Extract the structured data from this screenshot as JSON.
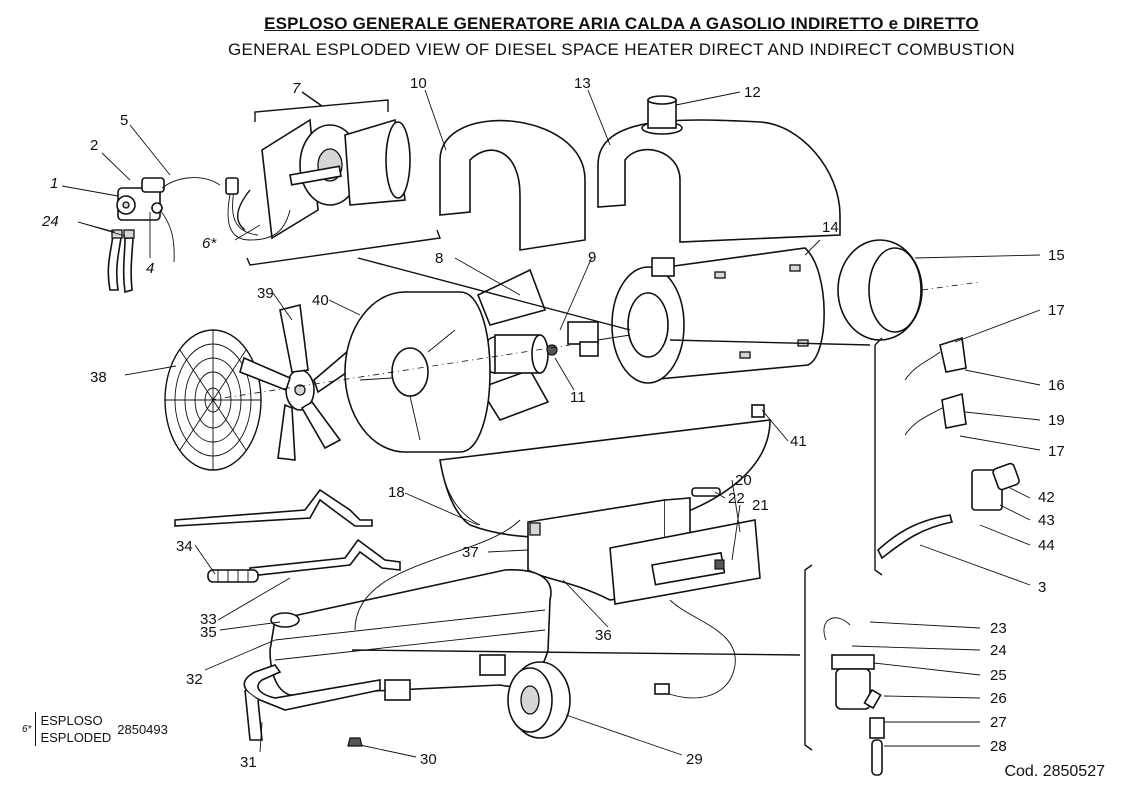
{
  "title_it": "ESPLOSO  GENERALE GENERATORE ARIA CALDA A GASOLIO INDIRETTO e DIRETTO",
  "title_en": "GENERAL  ESPLODED VIEW OF DIESEL SPACE HEATER DIRECT AND INDIRECT COMBUSTION",
  "labels": {
    "l1": "1",
    "l2": "2",
    "l3": "3",
    "l4": "4",
    "l5": "5",
    "l6": "6*",
    "l7": "7",
    "l8": "8",
    "l9": "9",
    "l10": "10",
    "l11": "11",
    "l12": "12",
    "l13": "13",
    "l14": "14",
    "l15": "15",
    "l16": "16",
    "l17a": "17",
    "l17b": "17",
    "l18": "18",
    "l19": "19",
    "l20": "20",
    "l21": "21",
    "l22": "22",
    "l23": "23",
    "l24a": "24",
    "l24b": "24",
    "l25": "25",
    "l26": "26",
    "l27": "27",
    "l28": "28",
    "l29": "29",
    "l30": "30",
    "l31": "31",
    "l32": "32",
    "l33": "33",
    "l34": "34",
    "l35": "35",
    "l36": "36",
    "l37": "37",
    "l38": "38",
    "l39": "39",
    "l40": "40",
    "l41": "41",
    "l42": "42",
    "l43": "43",
    "l44": "44"
  },
  "note": {
    "star": "6*",
    "line1": "ESPLOSO",
    "line2": "ESPLODED",
    "code": "2850493"
  },
  "code_label": "Cod. 2850527"
}
